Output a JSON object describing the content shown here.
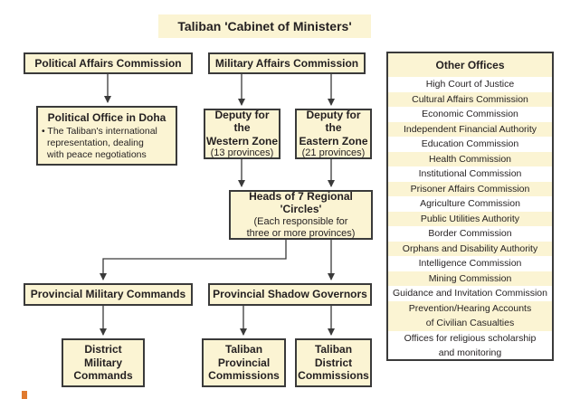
{
  "title": "Taliban 'Cabinet of Ministers'",
  "boxes": {
    "political_affairs": "Political Affairs Commission",
    "military_affairs": "Military Affairs Commission",
    "doha": {
      "title": "Political Office in Doha",
      "bullet": "•",
      "lines": [
        "The Taliban's international",
        "representation, dealing",
        "with peace negotiations"
      ]
    },
    "western": {
      "line1": "Deputy for the",
      "line2": "Western Zone",
      "provinces": "(13 provinces)"
    },
    "eastern": {
      "line1": "Deputy for the",
      "line2": "Eastern Zone",
      "provinces": "(21 provinces)"
    },
    "circles": {
      "title": "Heads of 7 Regional 'Circles'",
      "lines": [
        "(Each responsible for",
        "three or more provinces)"
      ]
    },
    "provincial_military": "Provincial Military Commands",
    "shadow_governors": "Provincial Shadow Governors",
    "district_military": [
      "District",
      "Military",
      "Commands"
    ],
    "provincial_commissions": [
      "Taliban",
      "Provincial",
      "Commissions"
    ],
    "district_commissions": [
      "Taliban",
      "District",
      "Commissions"
    ]
  },
  "other_offices": {
    "title": "Other Offices",
    "items": [
      "High Court of Justice",
      "Cultural Affairs Commission",
      "Economic Commission",
      "Independent Financial Authority",
      "Education Commission",
      "Health Commission",
      "Institutional Commission",
      "Prisoner Affairs Commission",
      "Agriculture Commission",
      "Public Utilities Authority",
      "Border Commission",
      "Orphans and Disability Authority",
      "Intelligence Commission",
      "Mining Commission",
      "Guidance and Invitation Commission"
    ],
    "multiline_items": [
      [
        "Prevention/Hearing Accounts",
        "of Civilian Casualties"
      ],
      [
        "Offices for religious scholarship",
        "and monitoring"
      ]
    ]
  },
  "colors": {
    "box_fill": "#fbf4d3",
    "border": "#3a3a3a",
    "accent": "#e07a2f"
  }
}
